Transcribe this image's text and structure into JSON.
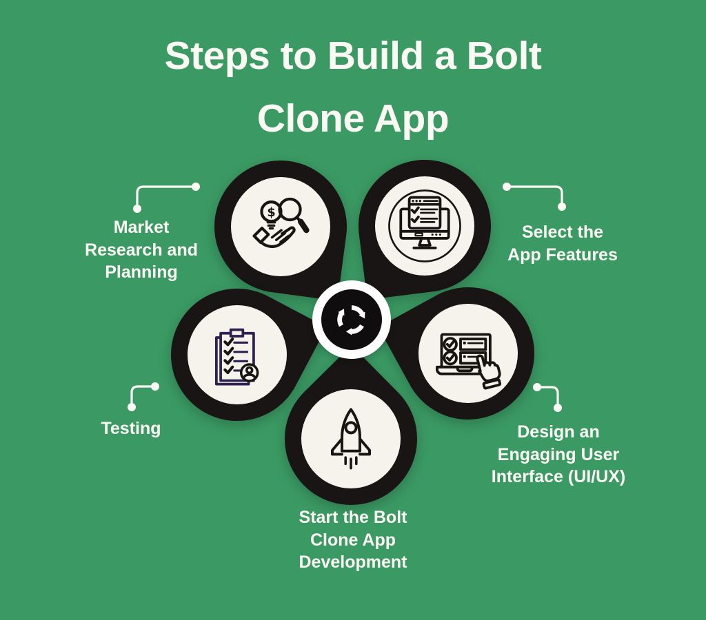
{
  "title": "Steps to Build a Bolt\nClone App",
  "center": {
    "icon": "cycle-arrows-icon"
  },
  "steps": [
    {
      "id": "market-research",
      "position": "top-left",
      "label": "Market\nResearch and\nPlanning",
      "icon": "bulb-magnifier-hand-icon"
    },
    {
      "id": "select-features",
      "position": "top-right",
      "label": "Select the\nApp Features",
      "icon": "monitor-checklist-icon"
    },
    {
      "id": "testing",
      "position": "mid-left",
      "label": "Testing",
      "icon": "clipboard-checklist-icon"
    },
    {
      "id": "ui-ux-design",
      "position": "mid-right",
      "label": "Design an\nEngaging User\nInterface (UI/UX)",
      "icon": "checklist-pointer-hand-icon"
    },
    {
      "id": "development",
      "position": "bottom",
      "label": "Start the Bolt\nClone App\nDevelopment",
      "icon": "rocket-icon"
    }
  ],
  "colors": {
    "background": "#3b9a63",
    "petal": "#191514",
    "circle_fill": "#f6f3ed",
    "center_badge_bg": "#ffffff",
    "center_disc": "#0f0d0d",
    "text": "#fbfaf5",
    "icon_stroke": "#171412",
    "clipboard_accent": "#2e2150"
  }
}
